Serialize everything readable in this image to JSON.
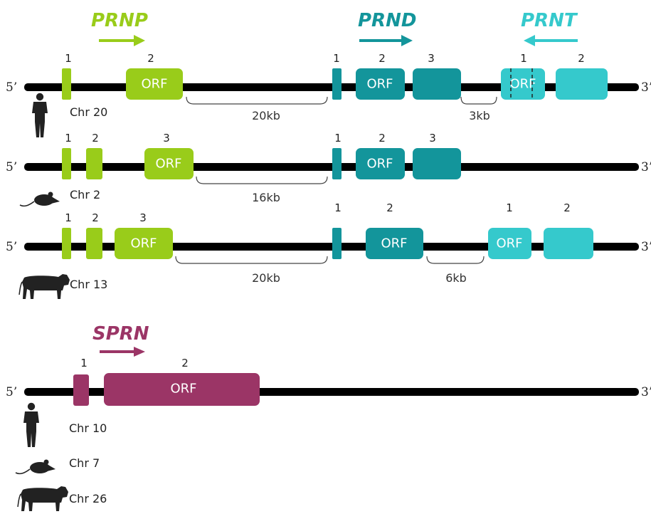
{
  "colors": {
    "prnp": "#99cc1a",
    "prnd": "#13959b",
    "prnt": "#35c9cc",
    "sprn": "#9b3566",
    "chromosome": "#000000",
    "silhouette": "#222222"
  },
  "genes": {
    "prnp": "PRNP",
    "prnd": "PRND",
    "prnt": "PRNT",
    "sprn": "SPRN"
  },
  "ends": {
    "five": "5’",
    "three": "3’"
  },
  "orf_label": "ORF",
  "human_locus": {
    "chromosome": "Chr 20",
    "exon_numbers": [
      "1",
      "2",
      "1",
      "2",
      "3",
      "1",
      "2"
    ],
    "distances": [
      "20kb",
      "3kb"
    ]
  },
  "mouse_locus": {
    "chromosome": "Chr 2",
    "exon_numbers": [
      "1",
      "2",
      "3",
      "1",
      "2",
      "3"
    ],
    "distances": [
      "16kb"
    ]
  },
  "cattle_locus": {
    "chromosome": "Chr 13",
    "exon_numbers": [
      "1",
      "2",
      "3",
      "1",
      "2",
      "1",
      "2"
    ],
    "distances": [
      "20kb",
      "6kb"
    ]
  },
  "sprn_locus": {
    "exon_numbers": [
      "1",
      "2"
    ],
    "species_chromosomes": [
      "Chr 10",
      "Chr 7",
      "Chr 26"
    ]
  }
}
